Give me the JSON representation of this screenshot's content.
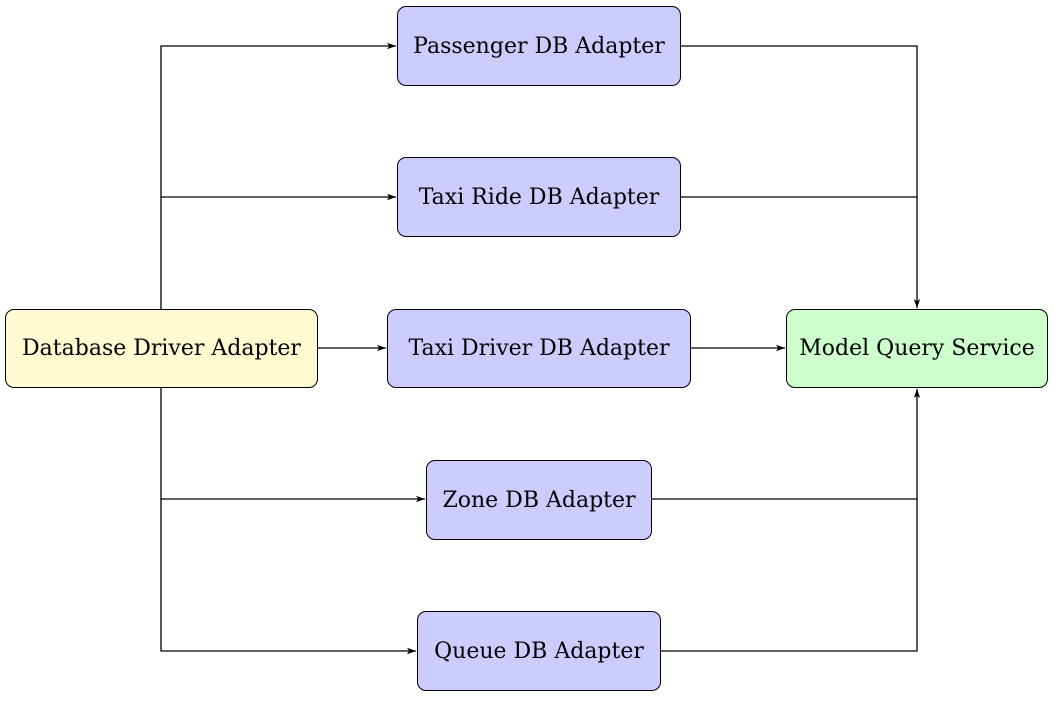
{
  "colors": {
    "source_fill": "#fffad0",
    "adapter_fill": "#ccccff",
    "target_fill": "#ccffcc",
    "edge": "#000000"
  },
  "nodes": {
    "source": {
      "label": "Database Driver Adapter"
    },
    "target": {
      "label": "Model Query Service"
    },
    "adapters": [
      {
        "label": "Passenger DB Adapter"
      },
      {
        "label": "Taxi Ride DB Adapter"
      },
      {
        "label": "Taxi Driver DB Adapter"
      },
      {
        "label": "Zone DB Adapter"
      },
      {
        "label": "Queue DB Adapter"
      }
    ]
  },
  "edges": [
    {
      "from": "Database Driver Adapter",
      "to": "Passenger DB Adapter"
    },
    {
      "from": "Database Driver Adapter",
      "to": "Taxi Ride DB Adapter"
    },
    {
      "from": "Database Driver Adapter",
      "to": "Taxi Driver DB Adapter"
    },
    {
      "from": "Database Driver Adapter",
      "to": "Zone DB Adapter"
    },
    {
      "from": "Database Driver Adapter",
      "to": "Queue DB Adapter"
    },
    {
      "from": "Passenger DB Adapter",
      "to": "Model Query Service"
    },
    {
      "from": "Taxi Ride DB Adapter",
      "to": "Model Query Service"
    },
    {
      "from": "Taxi Driver DB Adapter",
      "to": "Model Query Service"
    },
    {
      "from": "Zone DB Adapter",
      "to": "Model Query Service"
    },
    {
      "from": "Queue DB Adapter",
      "to": "Model Query Service"
    }
  ]
}
